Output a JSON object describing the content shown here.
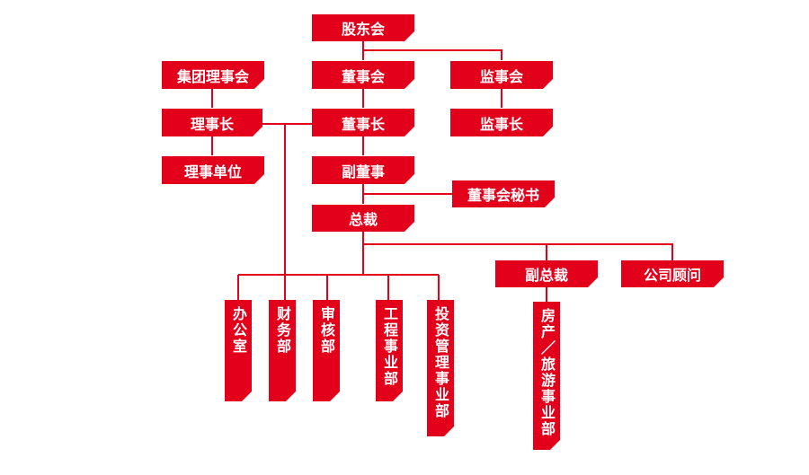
{
  "nodes": {
    "shareholders": "股东会",
    "board": "董事会",
    "supervisory_board": "监事会",
    "group_council": "集团理事会",
    "council_chair": "理事长",
    "chairman": "董事长",
    "chief_supervisor": "监事长",
    "council_units": "理事单位",
    "vice_chairman": "副董事",
    "board_secretary": "董事会秘书",
    "president": "总裁",
    "vice_president": "副总裁",
    "consultant": "公司顾问",
    "office": "办公室",
    "finance": "财务部",
    "audit": "审核部",
    "engineering": "工程事业部",
    "investment": "投资管理事业部",
    "realestate_tourism": "房产／旅游事业部"
  },
  "colors": {
    "box": "#e3001b",
    "line": "#e3001b",
    "text": "#ffffff"
  }
}
